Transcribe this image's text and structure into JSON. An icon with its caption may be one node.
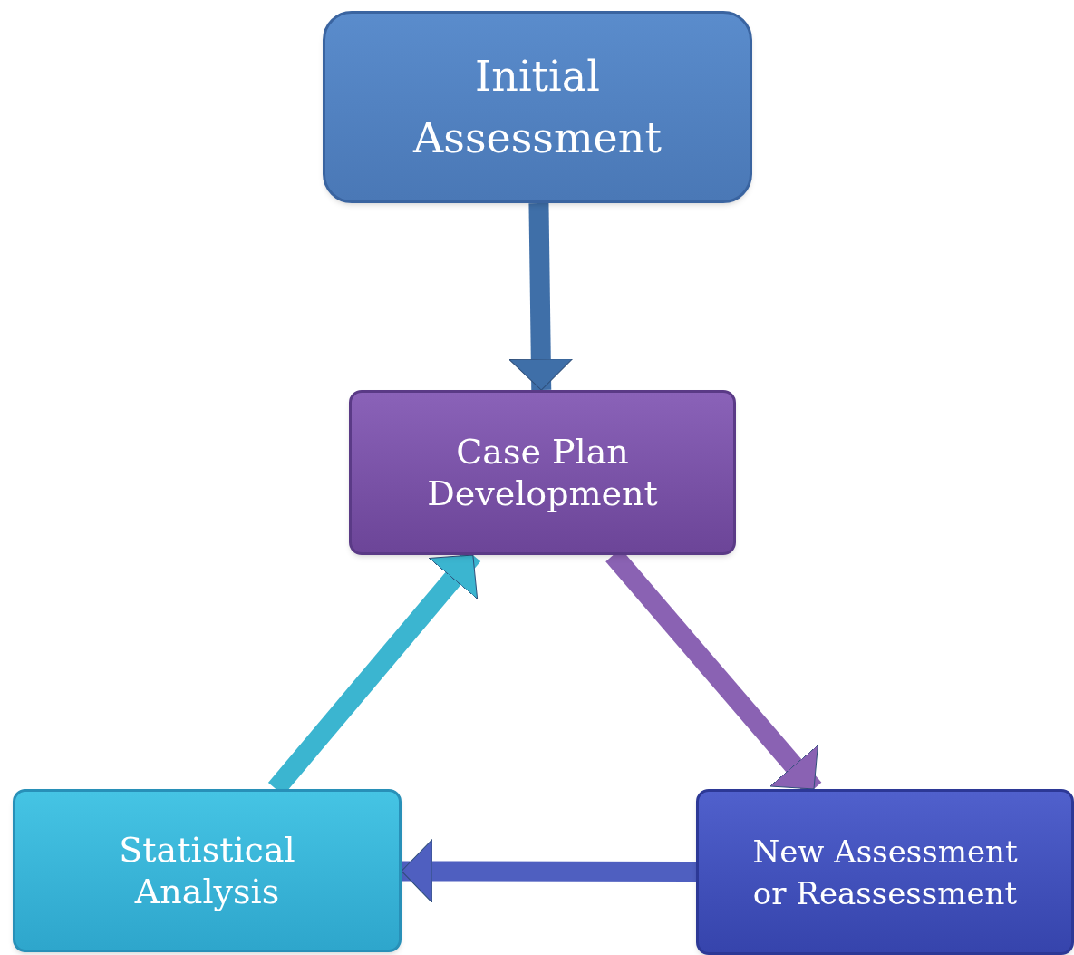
{
  "diagram": {
    "nodes": [
      {
        "text": [
          "Initial Assessment"
        ]
      },
      {
        "text": [
          "Case Plan Development"
        ]
      },
      {
        "text": [
          "New Assessment or Reassessment"
        ]
      },
      {
        "text": [
          "Statistical Analysis"
        ]
      }
    ],
    "edges": [
      {
        "from": 0,
        "to": 1,
        "arrow": "to",
        "color": "#3f6fa8"
      },
      {
        "from": 1,
        "to": 2,
        "arrow": "to",
        "color": "#8a62b3"
      },
      {
        "from": 2,
        "to": 3,
        "arrow": "to",
        "color": "#4f5fc0"
      },
      {
        "from": 3,
        "to": 1,
        "arrow": "to",
        "color": "#3bb5d0"
      }
    ]
  }
}
